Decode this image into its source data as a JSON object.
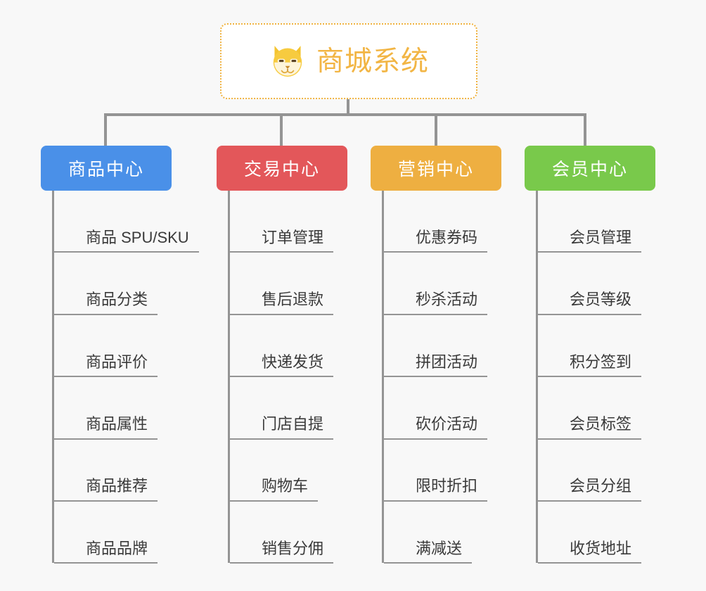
{
  "diagram": {
    "type": "mindmap",
    "background_color": "#f8f8f8",
    "root": {
      "title": "商城系统",
      "icon": "shiba-dog-icon",
      "border_color": "#f0b341",
      "text_color": "#f2b544"
    },
    "connector_color": "#949494",
    "branches": [
      {
        "label": "商品中心",
        "color": "#4a90e8",
        "items": [
          "商品 SPU/SKU",
          "商品分类",
          "商品评价",
          "商品属性",
          "商品推荐",
          "商品品牌"
        ]
      },
      {
        "label": "交易中心",
        "color": "#e3575a",
        "items": [
          "订单管理",
          "售后退款",
          "快递发货",
          "门店自提",
          "购物车",
          "销售分佣"
        ]
      },
      {
        "label": "营销中心",
        "color": "#eeaf41",
        "items": [
          "优惠券码",
          "秒杀活动",
          "拼团活动",
          "砍价活动",
          "限时折扣",
          "满减送"
        ]
      },
      {
        "label": "会员中心",
        "color": "#79c94b",
        "items": [
          "会员管理",
          "会员等级",
          "积分签到",
          "会员标签",
          "会员分组",
          "收货地址"
        ]
      }
    ]
  }
}
